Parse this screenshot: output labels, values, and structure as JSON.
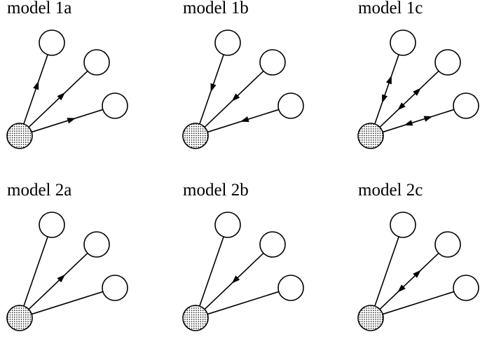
{
  "panels": [
    {
      "title": "model 1a",
      "edges": [
        {
          "leaf": 0,
          "arrow": "forward"
        },
        {
          "leaf": 1,
          "arrow": "forward"
        },
        {
          "leaf": 2,
          "arrow": "forward"
        }
      ]
    },
    {
      "title": "model 1b",
      "edges": [
        {
          "leaf": 0,
          "arrow": "backward"
        },
        {
          "leaf": 1,
          "arrow": "backward"
        },
        {
          "leaf": 2,
          "arrow": "backward"
        }
      ]
    },
    {
      "title": "model 1c",
      "edges": [
        {
          "leaf": 0,
          "arrow": "both"
        },
        {
          "leaf": 1,
          "arrow": "both"
        },
        {
          "leaf": 2,
          "arrow": "both"
        }
      ]
    },
    {
      "title": "model 2a",
      "edges": [
        {
          "leaf": 0,
          "arrow": "none"
        },
        {
          "leaf": 1,
          "arrow": "forward"
        },
        {
          "leaf": 2,
          "arrow": "none"
        }
      ]
    },
    {
      "title": "model 2b",
      "edges": [
        {
          "leaf": 0,
          "arrow": "none"
        },
        {
          "leaf": 1,
          "arrow": "backward"
        },
        {
          "leaf": 2,
          "arrow": "none"
        }
      ]
    },
    {
      "title": "model 2c",
      "edges": [
        {
          "leaf": 0,
          "arrow": "none"
        },
        {
          "leaf": 1,
          "arrow": "both"
        },
        {
          "leaf": 2,
          "arrow": "none"
        }
      ]
    }
  ],
  "colors": {
    "stroke": "#000000",
    "leaf_fill": "#ffffff",
    "hub_fill": "#d9d9d9",
    "hub_dots": "#000000"
  }
}
